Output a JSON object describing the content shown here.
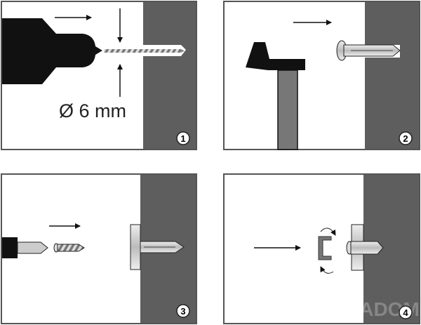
{
  "diagram": {
    "steps": [
      {
        "number": "1",
        "label": "Ø 6 mm"
      },
      {
        "number": "2"
      },
      {
        "number": "3"
      },
      {
        "number": "4"
      }
    ],
    "watermark": "AQUADOM",
    "colors": {
      "wall": "#5e5e5e",
      "tool": "#111111",
      "frame": "#555555",
      "plug": "#c8c8c8"
    }
  }
}
